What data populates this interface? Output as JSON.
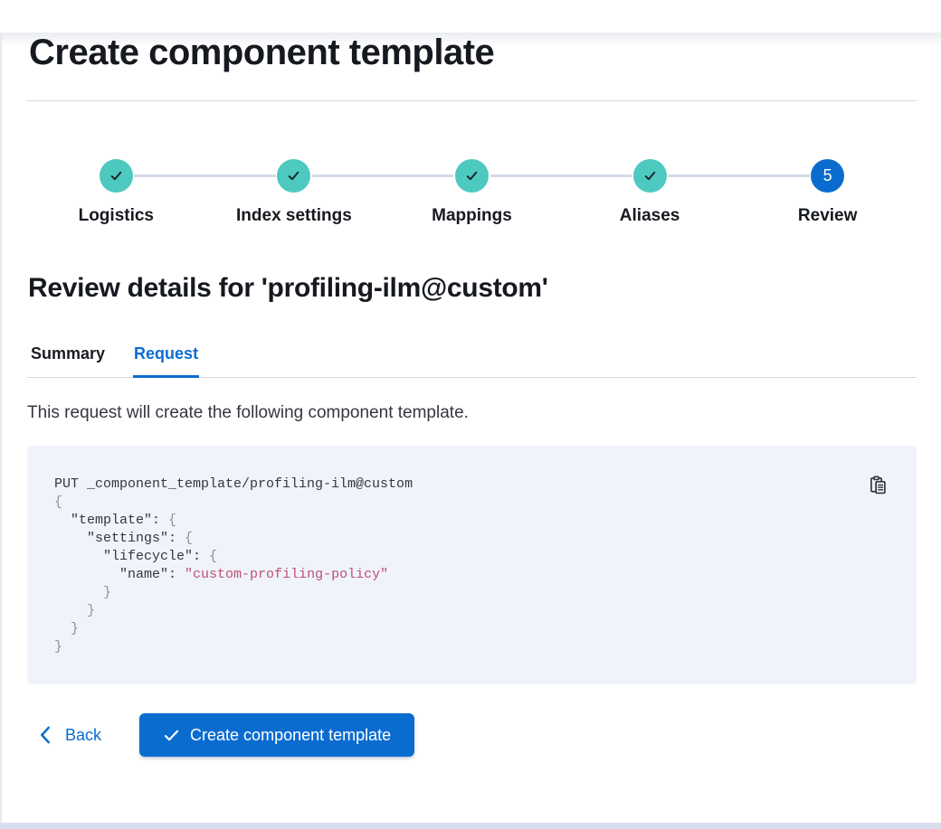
{
  "page": {
    "title": "Create component template"
  },
  "stepper": {
    "steps": [
      {
        "label": "Logistics",
        "status": "complete",
        "icon": "check-icon"
      },
      {
        "label": "Index settings",
        "status": "complete",
        "icon": "check-icon"
      },
      {
        "label": "Mappings",
        "status": "complete",
        "icon": "check-icon"
      },
      {
        "label": "Aliases",
        "status": "complete",
        "icon": "check-icon"
      },
      {
        "label": "Review",
        "status": "current",
        "number": "5"
      }
    ]
  },
  "review": {
    "heading": "Review details for 'profiling-ilm@custom'",
    "tabs": [
      {
        "label": "Summary",
        "active": false
      },
      {
        "label": "Request",
        "active": true
      }
    ],
    "description": "This request will create the following component template."
  },
  "code": {
    "copy_icon": "copy-clipboard-icon",
    "copy_label": "Copy request",
    "lines": [
      [
        [
          "plain",
          "PUT _component_template/profiling-ilm@custom"
        ]
      ],
      [
        [
          "punct",
          "{"
        ]
      ],
      [
        [
          "plain",
          "  "
        ],
        [
          "key",
          "\"template\""
        ],
        [
          "plain",
          ": "
        ],
        [
          "punct",
          "{"
        ]
      ],
      [
        [
          "plain",
          "    "
        ],
        [
          "key",
          "\"settings\""
        ],
        [
          "plain",
          ": "
        ],
        [
          "punct",
          "{"
        ]
      ],
      [
        [
          "plain",
          "      "
        ],
        [
          "key",
          "\"lifecycle\""
        ],
        [
          "plain",
          ": "
        ],
        [
          "punct",
          "{"
        ]
      ],
      [
        [
          "plain",
          "        "
        ],
        [
          "key",
          "\"name\""
        ],
        [
          "plain",
          ": "
        ],
        [
          "string",
          "\"custom-profiling-policy\""
        ]
      ],
      [
        [
          "punct",
          "      }"
        ]
      ],
      [
        [
          "punct",
          "    }"
        ]
      ],
      [
        [
          "punct",
          "  }"
        ]
      ],
      [
        [
          "punct",
          "}"
        ]
      ]
    ]
  },
  "footer": {
    "back_label": "Back",
    "submit_label": "Create component template"
  },
  "colors": {
    "primary_blue": "#0b6cd0",
    "step_complete_teal": "#4dc9c0",
    "step_check_dark": "#1d2126",
    "divider": "#d3dae6",
    "code_background": "#f0f3fa",
    "code_string": "#bd5076",
    "code_punctuation": "#8b92a0",
    "text_dark": "#16191f",
    "text_body": "#343741"
  }
}
